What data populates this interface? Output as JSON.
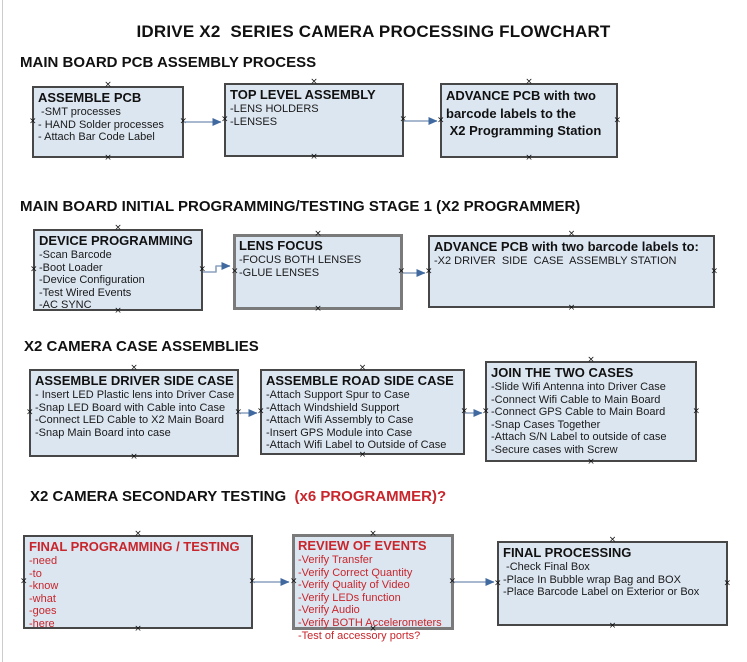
{
  "title": "IDRIVE X2  SERIES CAMERA PROCESSING FLOWCHART",
  "colors": {
    "box_fill": "#dce6f1",
    "box_border": "#474747",
    "red_text": "#c8262c",
    "arrow_line": "#8ba0bf",
    "arrow_head": "#40699f"
  },
  "sections": [
    {
      "heading": "MAIN BOARD PCB ASSEMBLY PROCESS",
      "boxes": [
        {
          "title": "ASSEMBLE PCB",
          "items": [
            " -SMT processes",
            "- HAND Solder processes",
            "- Attach Bar Code Label"
          ]
        },
        {
          "title": "TOP LEVEL ASSEMBLY",
          "items": [
            "-LENS HOLDERS",
            "-LENSES"
          ]
        },
        {
          "lines": [
            "ADVANCE PCB with two",
            "barcode labels to the",
            " X2 Programming Station"
          ]
        }
      ]
    },
    {
      "heading": "MAIN BOARD INITIAL PROGRAMMING/TESTING STAGE 1 (X2 PROGRAMMER)",
      "boxes": [
        {
          "title": "DEVICE PROGRAMMING",
          "items": [
            "-Scan Barcode",
            "-Boot Loader",
            "-Device Configuration",
            "-Test Wired Events",
            "-AC SYNC"
          ]
        },
        {
          "title": "LENS FOCUS",
          "items": [
            "-FOCUS BOTH LENSES",
            "-GLUE LENSES"
          ]
        },
        {
          "title": "ADVANCE PCB with two barcode labels to:",
          "items": [
            "-X2 DRIVER  SIDE  CASE  ASSEMBLY STATION"
          ]
        }
      ]
    },
    {
      "heading": "X2 CAMERA CASE ASSEMBLIES",
      "boxes": [
        {
          "title": "ASSEMBLE DRIVER SIDE CASE",
          "items": [
            "- Insert LED Plastic lens into Driver Case",
            "-Snap LED Board with Cable into Case",
            "-Connect LED Cable to X2 Main Board",
            "-Snap Main Board into case"
          ]
        },
        {
          "title": "ASSEMBLE ROAD SIDE CASE",
          "items": [
            "-Attach Support Spur to Case",
            "-Attach Windshield Support",
            "-Attach Wifi Assembly to Case",
            "-Insert GPS Module into Case",
            "-Attach Wifi Label to Outside of Case"
          ]
        },
        {
          "title": "JOIN THE TWO CASES",
          "items": [
            "-Slide Wifi Antenna into Driver Case",
            "-Connect Wifi Cable to Main Board",
            "-Connect GPS Cable to Main Board",
            "-Snap Cases Together",
            "-Attach S/N Label to outside of case",
            "-Secure cases with Screw"
          ]
        }
      ]
    },
    {
      "heading": "X2 CAMERA SECONDARY TESTING ",
      "heading_suffix": " (x6 PROGRAMMER)?",
      "boxes": [
        {
          "title": "FINAL PROGRAMMING / TESTING",
          "items": [
            "-need",
            "-to",
            "-know",
            "-what",
            "-goes",
            "-here"
          ]
        },
        {
          "title": "REVIEW OF EVENTS",
          "items": [
            "-Verify Transfer",
            "-Verify Correct Quantity",
            "-Verify Quality of Video",
            "-Verify LEDs function",
            "-Verify Audio",
            "-Verify BOTH Accelerometers",
            "-Test of accessory ports?"
          ]
        },
        {
          "title": "FINAL PROCESSING",
          "items": [
            " -Check Final Box",
            "-Place In Bubble wrap Bag and BOX",
            "-Place Barcode Label on Exterior or Box"
          ]
        }
      ]
    }
  ]
}
